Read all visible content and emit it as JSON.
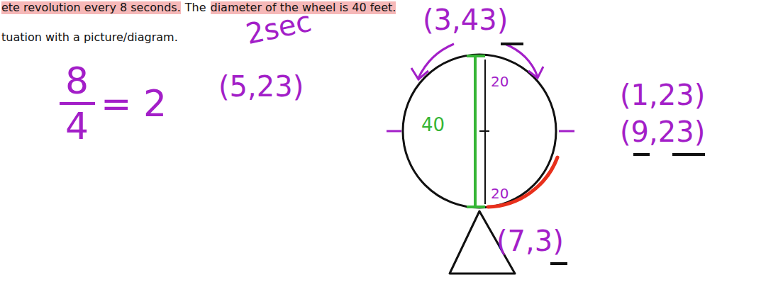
{
  "diagram": {
    "labels": [
      "ete revolution every 8 seconds.",
      "The",
      "diameter of the wheel is 40 feet.",
      "tuation with a picture/diagram.",
      "8",
      "4",
      "= 2",
      "2sec",
      "(3,43)",
      "(5,23)",
      "(1,23)",
      "(9,23)",
      "(7,3)",
      "40",
      "20",
      "20"
    ]
  }
}
